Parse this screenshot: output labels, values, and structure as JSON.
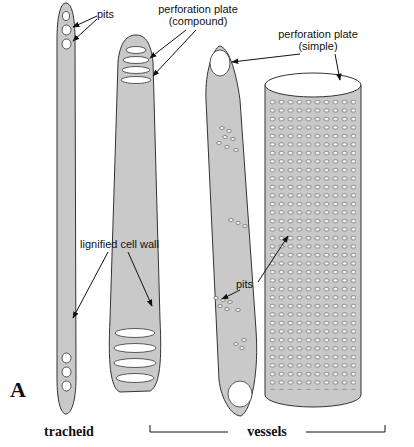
{
  "diagram": {
    "labels": [
      "pits",
      "perforation plate (compound)",
      "perforation plate (simple)",
      "lignified cell wall",
      "pits",
      "A",
      "tracheid",
      "vessels"
    ]
  }
}
